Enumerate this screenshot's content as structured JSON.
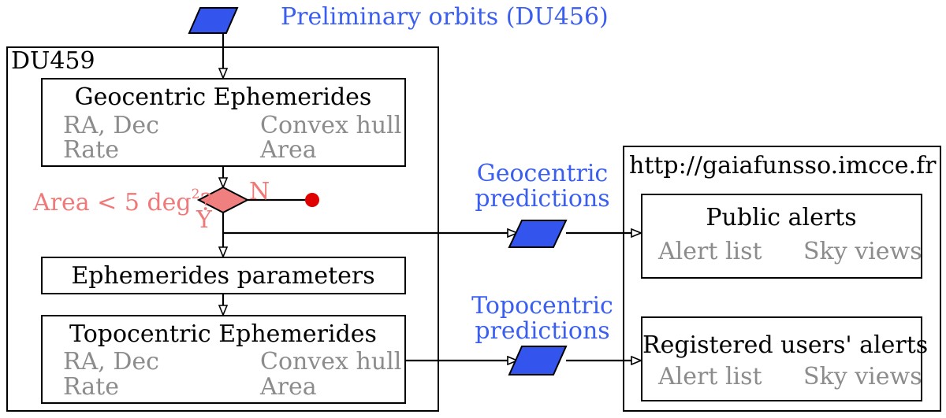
{
  "input": {
    "label": "Preliminary orbits (DU456)"
  },
  "du459": {
    "title": "DU459",
    "geocentric": {
      "title": "Geocentric Ephemerides",
      "f1": "RA, Dec",
      "f2": "Convex hull",
      "f3": "Rate",
      "f4": "Area"
    },
    "decision": {
      "question": "Area < 5 deg",
      "sup": "2",
      "qmark": "?",
      "no": "N",
      "yes": "Y"
    },
    "parameters": {
      "title": "Ephemerides parameters"
    },
    "topocentric": {
      "title": "Topocentric Ephemerides",
      "f1": "RA, Dec",
      "f2": "Convex hull",
      "f3": "Rate",
      "f4": "Area"
    }
  },
  "outputs": {
    "geo": {
      "line1": "Geocentric",
      "line2": "predictions"
    },
    "topo": {
      "line1": "Topocentric",
      "line2": "predictions"
    }
  },
  "site": {
    "url": "http://gaiafunsso.imcce.fr",
    "public": {
      "title": "Public alerts",
      "a": "Alert list",
      "b": "Sky views"
    },
    "registered": {
      "title": "Registered users' alerts",
      "a": "Alert list",
      "b": "Sky views"
    }
  },
  "colors": {
    "data_shape": "#3355ee",
    "decision": "#f08080",
    "terminal": "#e00000"
  }
}
